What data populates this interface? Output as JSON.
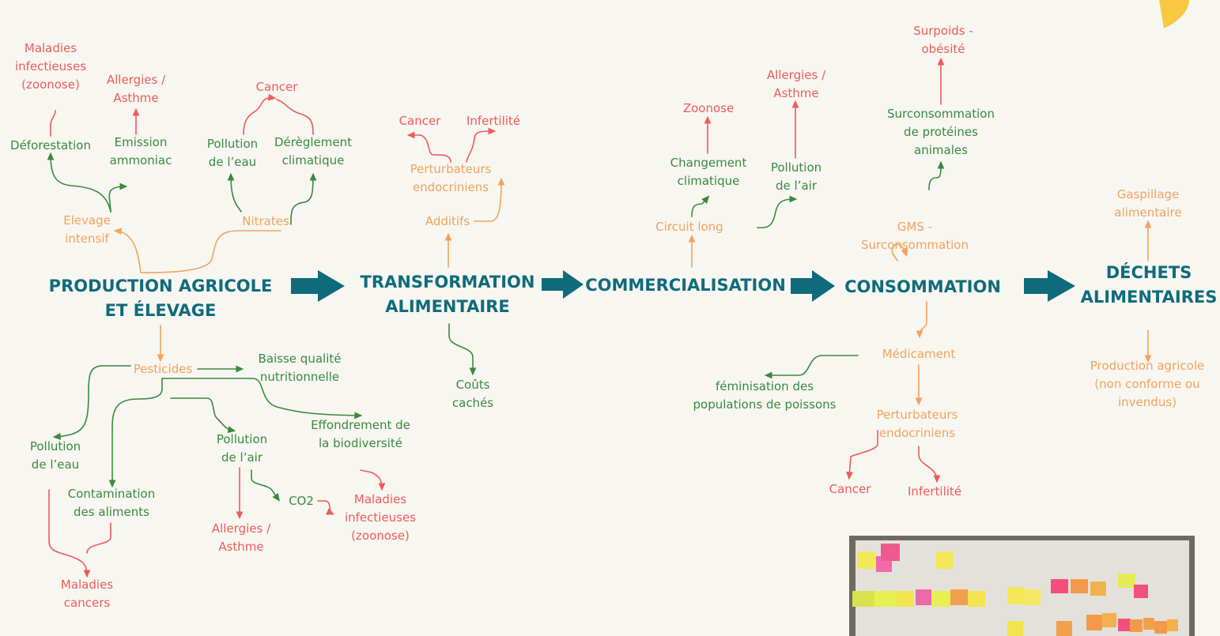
{
  "stages": {
    "production": "PRODUCTION AGRICOLE\nET ÉLEVAGE",
    "transformation": "TRANSFORMATION\nALIMENTAIRE",
    "commercialisation": "COMMERCIALISATION",
    "consommation": "CONSOMMATION",
    "dechets": "DÉCHETS\nALIMENTAIRES"
  },
  "production_up": {
    "elevage": "Elevage\nintensif",
    "nitrates": "Nitrates",
    "deforestation": "Déforestation",
    "emission": "Emission\nammoniac",
    "pollution_eau": "Pollution\nde l’eau",
    "dereglement": "Dérèglement\nclimatique",
    "cancer": "Cancer",
    "maladies": "Maladies\ninfectieuses\n(zoonose)",
    "allergies": "Allergies /\nAsthme"
  },
  "production_down": {
    "pesticides": "Pesticides",
    "baisse": "Baisse qualité\nnutritionnelle",
    "pollution_eau": "Pollution\nde l’eau",
    "contamination": "Contamination\ndes aliments",
    "maladies_cancers": "Maladies\ncancers",
    "pollution_air": "Pollution\nde l’air",
    "allergies": "Allergies /\nAsthme",
    "co2": "CO2",
    "maladies": "Maladies\ninfectieuses\n(zoonose)",
    "effondrement": "Effondrement de\nla biodiversité"
  },
  "transformation": {
    "additifs": "Additifs",
    "perturbateurs": "Perturbateurs\nendocriniens",
    "cancer": "Cancer",
    "infertilite": "Infertilité",
    "couts": "Coûts\ncachés"
  },
  "commercialisation": {
    "circuit": "Circuit long",
    "changement": "Changement\nclimatique",
    "zoonose": "Zoonose",
    "pollution_air": "Pollution\nde l’air",
    "allergies": "Allergies /\nAsthme"
  },
  "consommation": {
    "gms": "GMS -\nSurconsommation",
    "surconsommation": "Surconsommation\nde protéines\nanimales",
    "surpoids": "Surpoids -\nobésité",
    "medicament": "Médicament",
    "feminisation": "féminisation des\npopulations de poissons",
    "perturbateurs": "Perturbateurs\nendocriniens",
    "cancer": "Cancer",
    "infertilite": "Infertilité"
  },
  "dechets": {
    "gaspillage": "Gaspillage\nalimentaire",
    "production": "Production agricole\n(non conforme ou\ninvendus)"
  },
  "colors": {
    "stage": "#0f6b7c",
    "factor": "#f2a35c",
    "impact": "#3a8a3e",
    "effect": "#ef5a5a"
  }
}
